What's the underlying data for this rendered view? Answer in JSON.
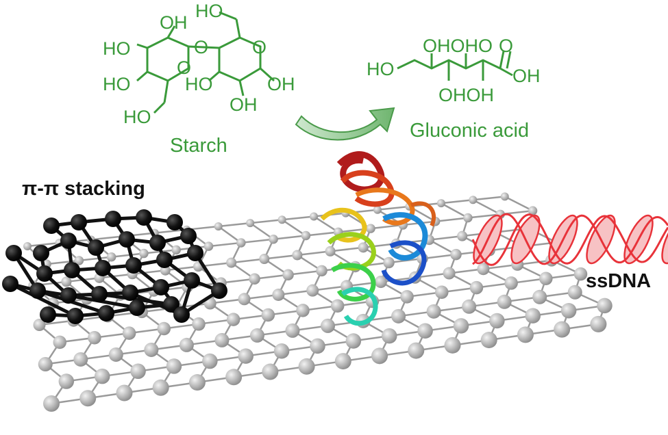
{
  "colors": {
    "chemistry_green": "#3a9a3a",
    "graphene_gray": "#b8b8b8",
    "aromatic_black": "#111111",
    "dna_red": "#e8333a",
    "arrow_green": "#9fcf9f"
  },
  "starch": {
    "caption": "Starch",
    "labels": [
      "OH",
      "HO",
      "HO",
      "HO",
      "HO",
      "O",
      "O",
      "O",
      "HO",
      "OH",
      "OH"
    ]
  },
  "gluconic_acid": {
    "caption": "Gluconic acid",
    "labels": [
      "OHOHO",
      "HO",
      "OH",
      "OHOH",
      "O"
    ]
  },
  "pi_stacking_label": "π-π stacking",
  "ssdna_label": "ssDNA"
}
